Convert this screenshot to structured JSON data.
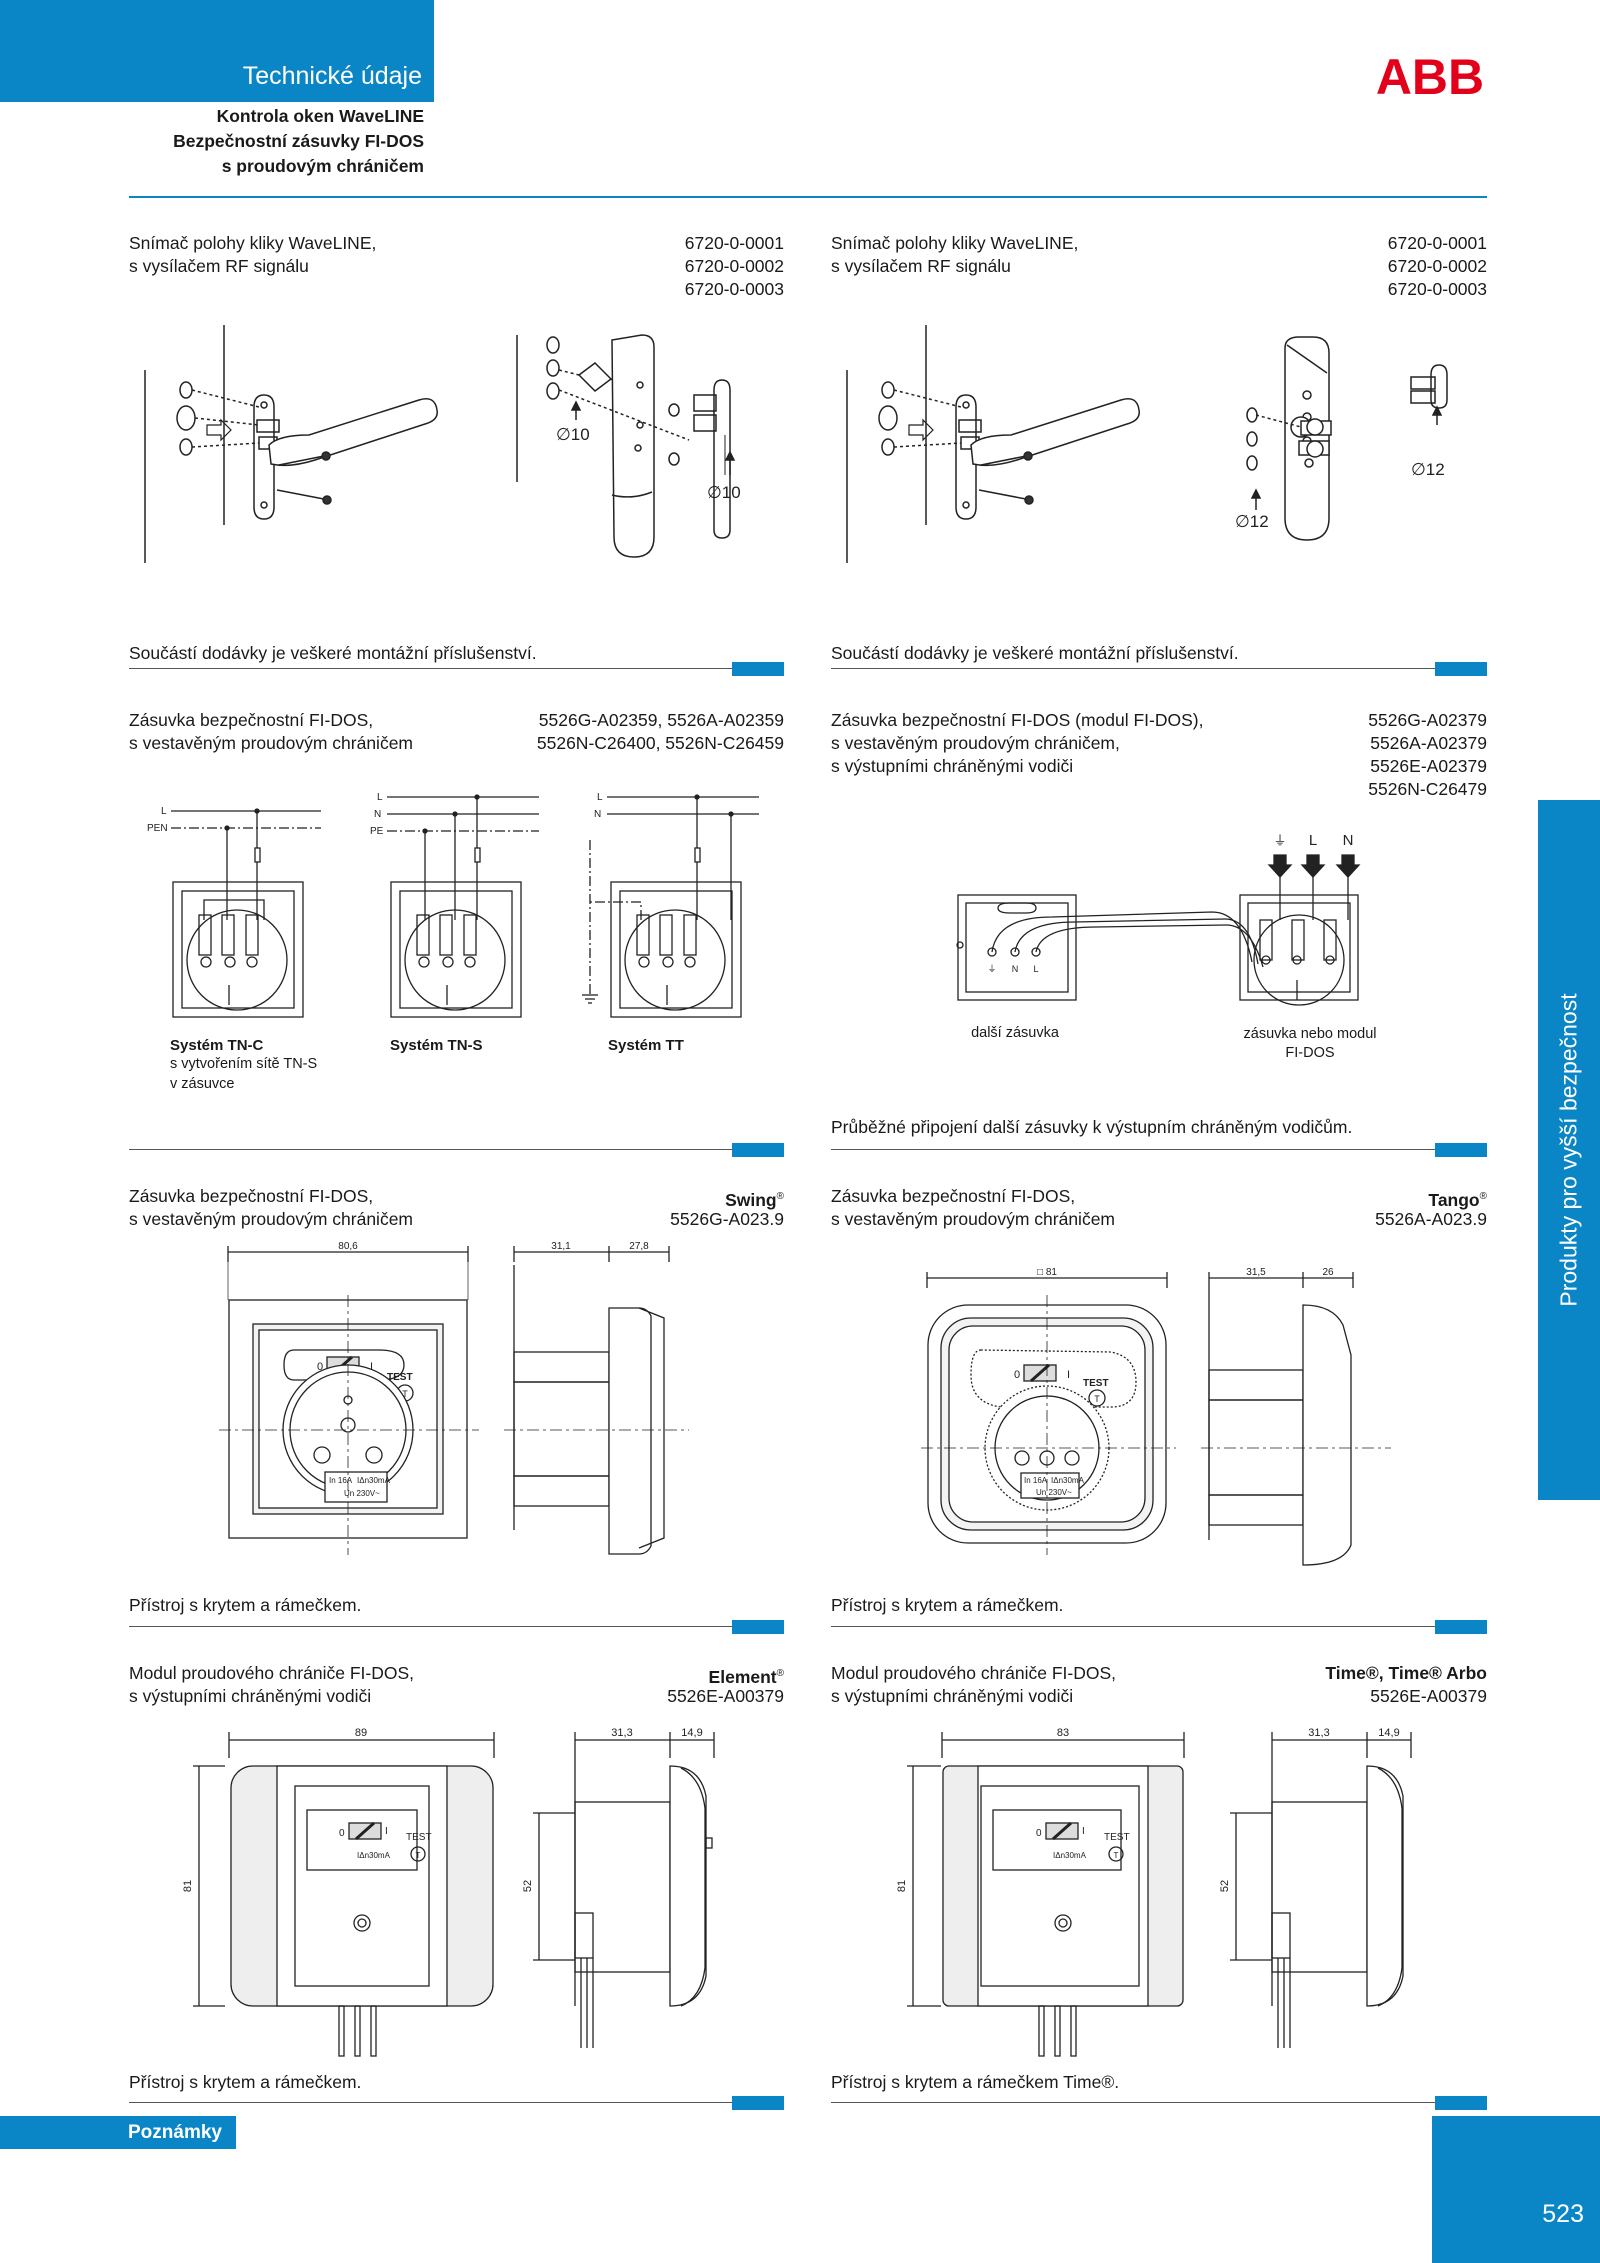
{
  "header": {
    "section_title": "Technické údaje",
    "subtitle_lines": [
      "Kontrola oken WaveLINE",
      "Bezpečnostní zásuvky FI-DOS",
      "s proudovým chráničem"
    ],
    "logo_text": "ABB",
    "brand_color": "#0a86c6",
    "logo_color": "#e2001a"
  },
  "sidebar": {
    "label": "Produkty pro vyšší bezpečnost"
  },
  "footer": {
    "notes_label": "Poznámky",
    "page_number": "523"
  },
  "sections": {
    "wl_left": {
      "desc": [
        "Snímač polohy kliky WaveLINE,",
        "s vysílačem RF signálu"
      ],
      "codes": [
        "6720-0-0001",
        "6720-0-0002",
        "6720-0-0003"
      ],
      "dim_a": "∅10",
      "dim_b": "∅10",
      "caption": "Součástí dodávky je veškeré montážní příslušenství."
    },
    "wl_right": {
      "desc": [
        "Snímač polohy kliky WaveLINE,",
        "s vysílačem RF signálu"
      ],
      "codes": [
        "6720-0-0001",
        "6720-0-0002",
        "6720-0-0003"
      ],
      "dim_a": "∅12",
      "dim_b": "∅12",
      "caption": "Součástí dodávky je veškeré montážní příslušenství."
    },
    "fidos_left": {
      "desc": [
        "Zásuvka bezpečnostní FI-DOS,",
        "s vestavěným proudovým chráničem"
      ],
      "codes": [
        "5526G-A02359, 5526A-A02359",
        "5526N-C26400, 5526N-C26459"
      ],
      "systems": [
        {
          "name": "Systém TN-C",
          "note": [
            "s vytvořením sítě TN-S",
            "v zásuvce"
          ],
          "lines": [
            "L",
            "PEN"
          ]
        },
        {
          "name": "Systém TN-S",
          "note": [],
          "lines": [
            "L",
            "N",
            "PE"
          ]
        },
        {
          "name": "Systém TT",
          "note": [],
          "lines": [
            "L",
            "N"
          ]
        }
      ]
    },
    "fidos_right": {
      "desc": [
        "Zásuvka bezpečnostní FI-DOS (modul FI-DOS),",
        "s vestavěným proudovým chráničem,",
        "s výstupními chráněnými vodiči"
      ],
      "codes": [
        "5526G-A02379",
        "5526A-A02379",
        "5526E-A02379",
        "5526N-C26479"
      ],
      "wires": [
        "⏚",
        "L",
        "N"
      ],
      "left_label": "další zásuvka",
      "right_label": [
        "zásuvka nebo modul",
        "FI-DOS"
      ],
      "caption": "Průběžné připojení další zásuvky k výstupním chráněným vodičům."
    },
    "swing": {
      "desc": [
        "Zásuvka bezpečnostní FI-DOS,",
        "s vestavěným proudovým chráničem"
      ],
      "series": "Swing",
      "code": "5526G-A023.9",
      "dims": [
        "80,6",
        "31,1",
        "27,8"
      ],
      "caption": "Přístroj s krytem a rámečkem."
    },
    "tango": {
      "desc": [
        "Zásuvka bezpečnostní FI-DOS,",
        "s vestavěným proudovým chráničem"
      ],
      "series": "Tango",
      "code": "5526A-A023.9",
      "dims": [
        "□ 81",
        "31,5",
        "26"
      ],
      "caption": "Přístroj s krytem a rámečkem."
    },
    "element": {
      "desc": [
        "Modul proudového chrániče FI-DOS,",
        "s výstupními chráněnými vodiči"
      ],
      "series": "Element",
      "code": "5526E-A00379",
      "dims": [
        "89",
        "31,3",
        "14,9",
        "81",
        "52"
      ],
      "caption": "Přístroj s krytem a rámečkem."
    },
    "time": {
      "desc": [
        "Modul proudového chrániče FI-DOS,",
        "s výstupními chráněnými vodiči"
      ],
      "series": "Time®, Time® Arbo",
      "code": "5526E-A00379",
      "dims": [
        "83",
        "31,3",
        "14,9",
        "81",
        "52"
      ],
      "caption": "Přístroj s krytem a rámečkem Time®."
    }
  },
  "device_labels": {
    "test": "TEST",
    "zero": "0",
    "one": "I",
    "rating_in": "In 16A",
    "rating_idn": "IΔn30mA",
    "rating_un": "Un 230V~",
    "idn_only": "IΔn30mA"
  }
}
